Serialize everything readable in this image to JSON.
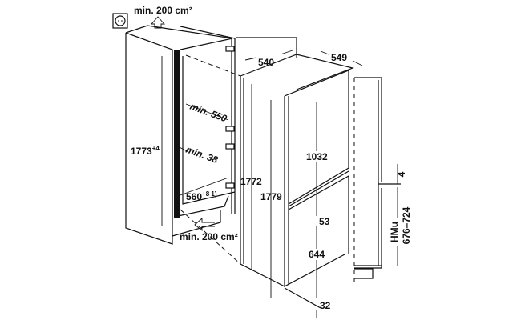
{
  "diagram": {
    "title": "Built-in fridge-freezer installation dimensions",
    "labels": {
      "vent_top": "min. 200 cm²",
      "vent_bottom": "min. 200 cm²",
      "niche_depth": "min. 550",
      "back_gap": "min. 38",
      "niche_height": "1773",
      "niche_height_tol": "+4",
      "niche_width": "560",
      "niche_width_tol": "+8 1)",
      "appliance_width": "540",
      "appliance_depth": "549",
      "appliance_height": "1772",
      "total_height": "1779",
      "upper_door": "1032",
      "door_gap": "53",
      "lower_door": "644",
      "bottom_gap": "32",
      "door_offset": "4",
      "hmu_label": "HMu",
      "hmu_range": "676–724"
    },
    "icons": [
      "socket-icon",
      "airflow-up-arrow-icon",
      "airflow-in-arrow-icon"
    ]
  }
}
